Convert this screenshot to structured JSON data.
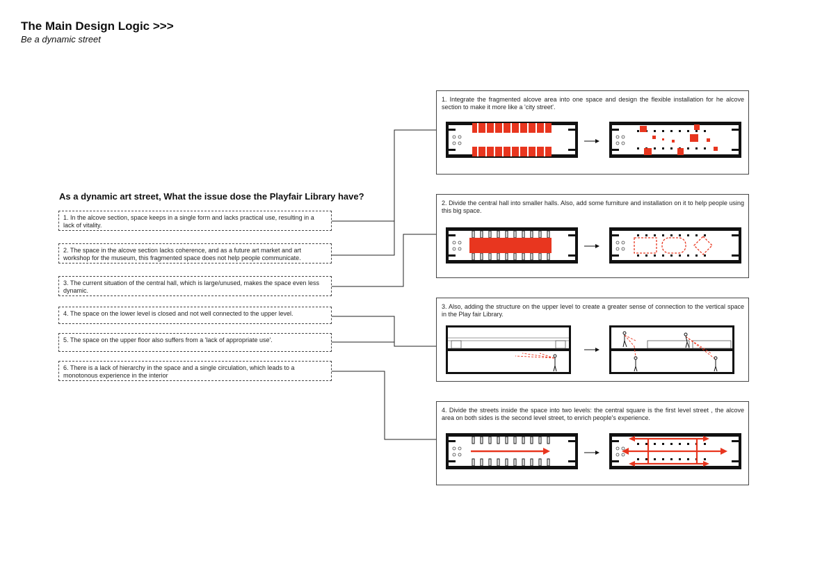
{
  "header": {
    "title": "The Main Design Logic >>>",
    "subtitle": "Be a dynamic street"
  },
  "question": "As a dynamic art street, What the issue dose the Playfair Library have?",
  "issues": [
    "1. In the alcove section, space keeps in a single form and lacks practical use, resulting in a lack of vitality.",
    "2. The space in the alcove section lacks coherence, and as a future art market and art workshop for the museum, this fragmented space does not help people communicate.",
    "3. The current situation of the central hall, which is large/unused, makes the space even less dynamic.",
    "4. The space on the lower level is closed and not well connected to the upper level.",
    "5. The space on the upper floor also suffers from a 'lack of appropriate use'.",
    "6. There is a lack of hierarchy in the space and a single circulation, which leads to a monotonous experience in the interior"
  ],
  "solutions": [
    "1. Integrate the fragmented alcove area into one space and design the flexible installation for he alcove section to make it more like a 'city street'.",
    "2. Divide the central hall into smaller halls. Also, add some furniture and installation on it to help people using this big space.",
    "3. Also, adding the structure on the upper level to create  a greater sense of connection to the vertical space in the Play fair Library.",
    "4. Divide the streets inside the space into two levels: the central square is the first level street , the alcove area on both sides is the second level street, to enrich people's experience."
  ],
  "colors": {
    "accent": "#e8361f",
    "line": "#111111"
  }
}
